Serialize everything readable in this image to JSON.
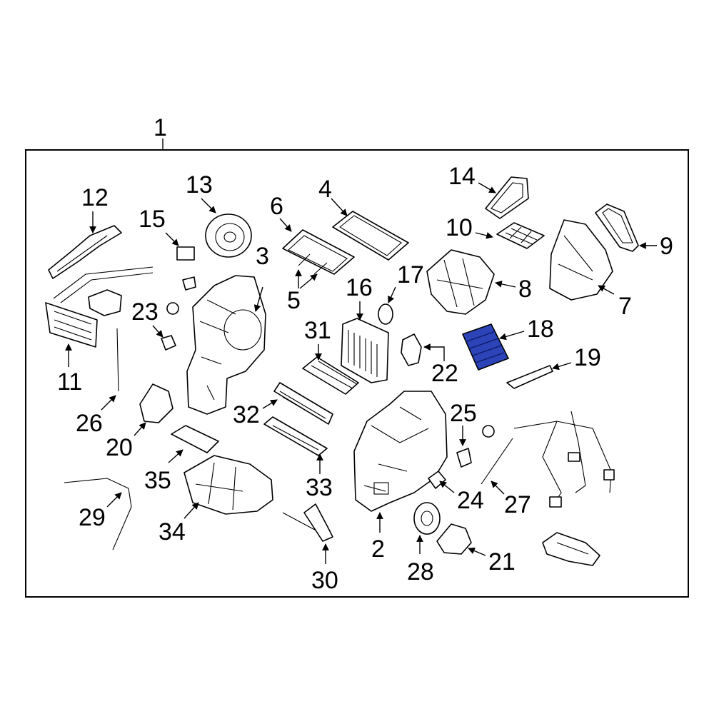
{
  "diagram": {
    "highlight_color": "#2c44b8",
    "highlighted_part": "18",
    "callouts": {
      "c1": "1",
      "c2": "2",
      "c3": "3",
      "c4": "4",
      "c5": "5",
      "c6": "6",
      "c7": "7",
      "c8": "8",
      "c9": "9",
      "c10": "10",
      "c11": "11",
      "c12": "12",
      "c13": "13",
      "c14": "14",
      "c15": "15",
      "c16": "16",
      "c17": "17",
      "c18": "18",
      "c19": "19",
      "c20": "20",
      "c21": "21",
      "c22": "22",
      "c23": "23",
      "c24": "24",
      "c25": "25",
      "c26": "26",
      "c27": "27",
      "c28": "28",
      "c29": "29",
      "c30": "30",
      "c31": "31",
      "c32": "32",
      "c33": "33",
      "c34": "34",
      "c35": "35"
    }
  }
}
